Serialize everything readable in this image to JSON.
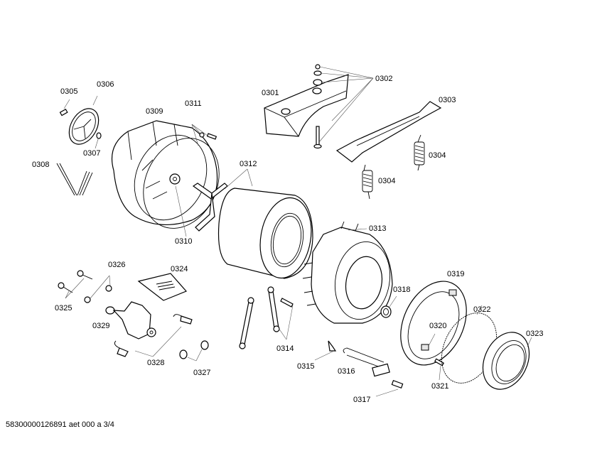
{
  "document": {
    "footer_text": "58300000126891 aet 000 a 3/4",
    "line_color": "#000000",
    "background": "#ffffff"
  },
  "parts": [
    {
      "id": "0301",
      "label": "0301"
    },
    {
      "id": "0302",
      "label": "0302"
    },
    {
      "id": "0303",
      "label": "0303"
    },
    {
      "id": "0304a",
      "label": "0304"
    },
    {
      "id": "0304b",
      "label": "0304"
    },
    {
      "id": "0305",
      "label": "0305"
    },
    {
      "id": "0306",
      "label": "0306"
    },
    {
      "id": "0307",
      "label": "0307"
    },
    {
      "id": "0308",
      "label": "0308"
    },
    {
      "id": "0309",
      "label": "0309"
    },
    {
      "id": "0310",
      "label": "0310"
    },
    {
      "id": "0311",
      "label": "0311"
    },
    {
      "id": "0312",
      "label": "0312"
    },
    {
      "id": "0313",
      "label": "0313"
    },
    {
      "id": "0314",
      "label": "0314"
    },
    {
      "id": "0315",
      "label": "0315"
    },
    {
      "id": "0316",
      "label": "0316"
    },
    {
      "id": "0317",
      "label": "0317"
    },
    {
      "id": "0318",
      "label": "0318"
    },
    {
      "id": "0319",
      "label": "0319"
    },
    {
      "id": "0320",
      "label": "0320"
    },
    {
      "id": "0321",
      "label": "0321"
    },
    {
      "id": "0322",
      "label": "0322"
    },
    {
      "id": "0323",
      "label": "0323"
    },
    {
      "id": "0324",
      "label": "0324"
    },
    {
      "id": "0325",
      "label": "0325"
    },
    {
      "id": "0326",
      "label": "0326"
    },
    {
      "id": "0327",
      "label": "0327"
    },
    {
      "id": "0328",
      "label": "0328"
    },
    {
      "id": "0329",
      "label": "0329"
    }
  ]
}
